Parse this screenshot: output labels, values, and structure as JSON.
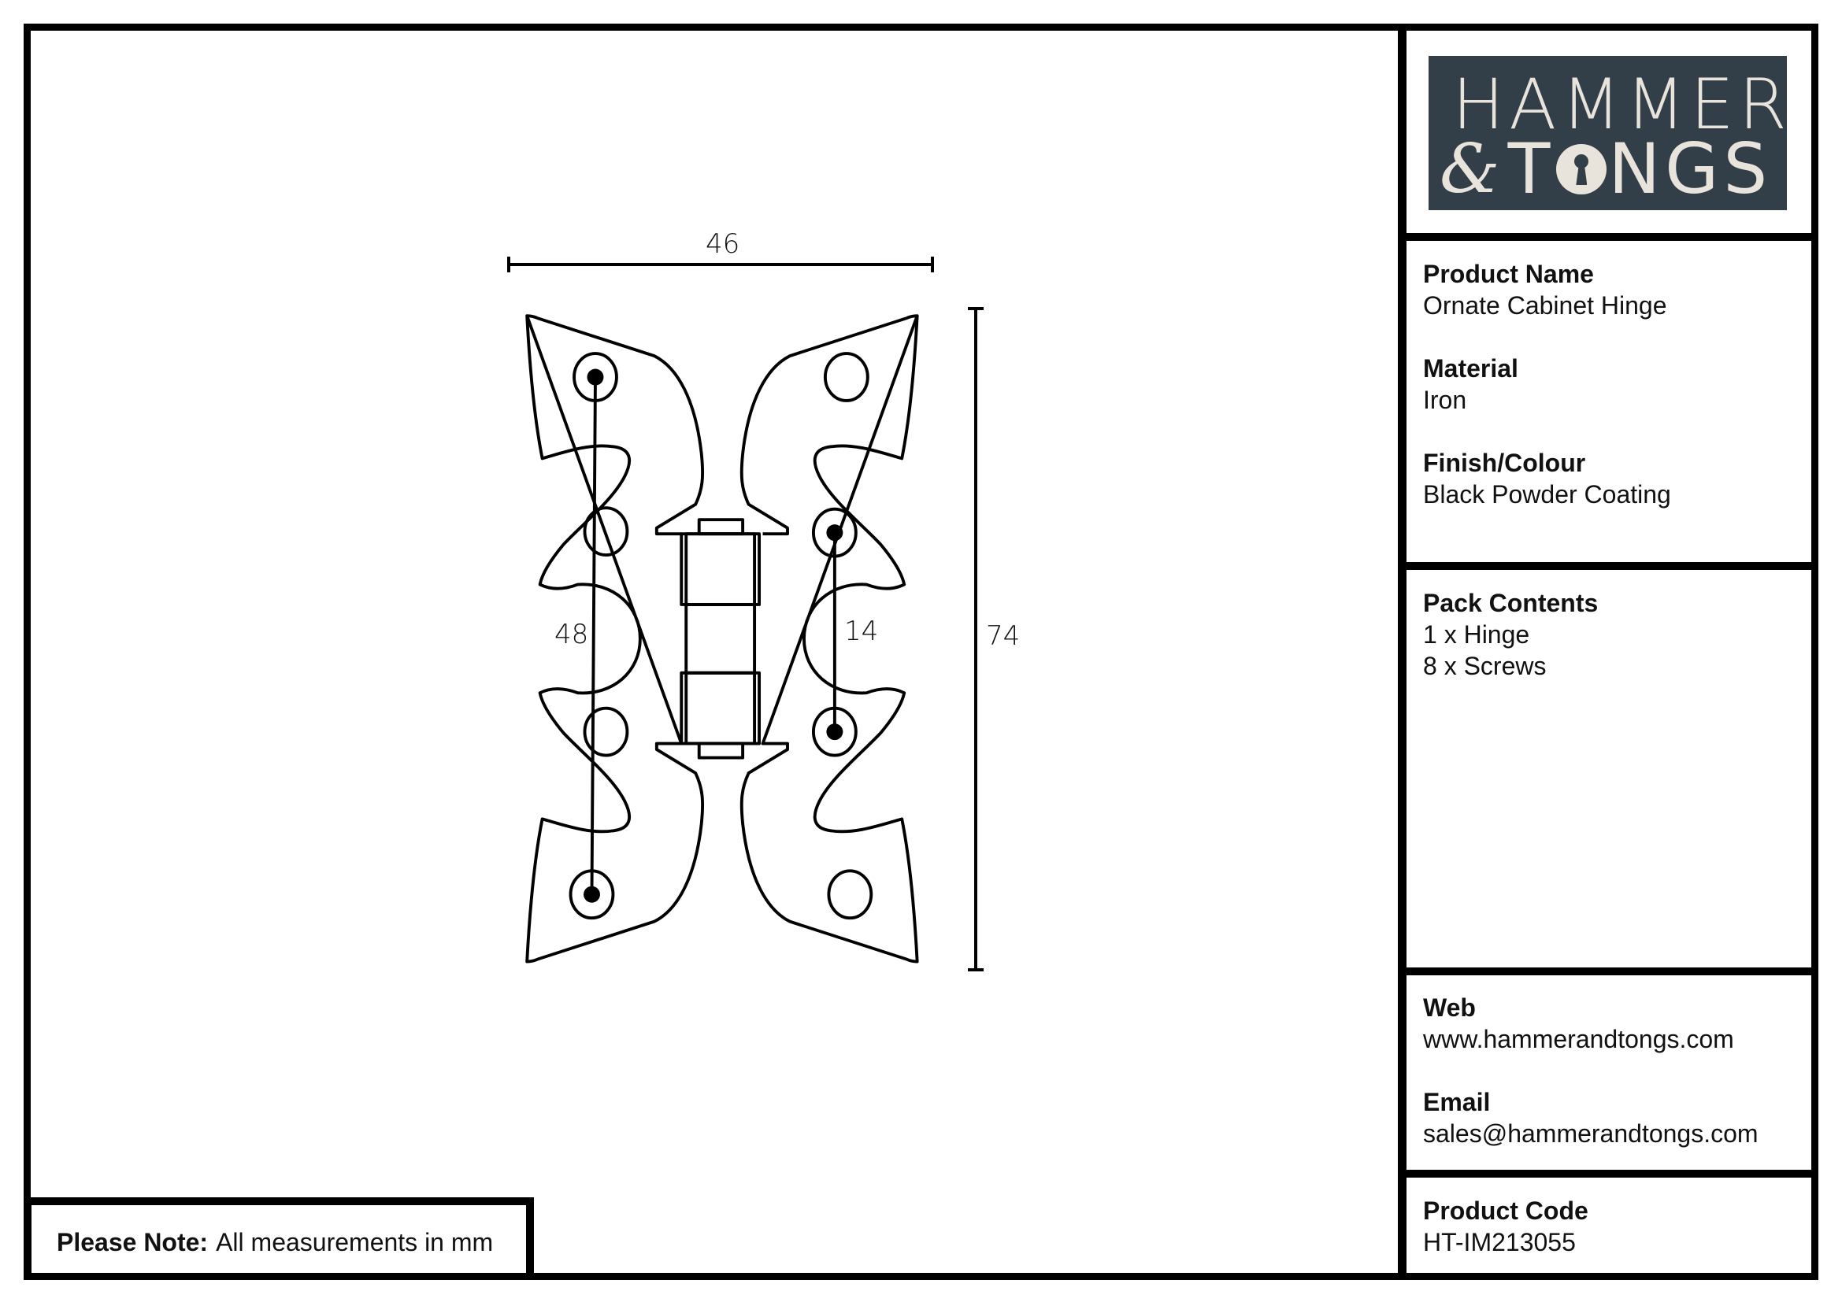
{
  "logo": {
    "line1": "HAMMER",
    "amp": "&",
    "t": "T",
    "o_icon": "keyhole-icon",
    "rest": "NGS",
    "bg_color": "#333f48",
    "fg_color": "#e8e4dc"
  },
  "product": {
    "name_label": "Product Name",
    "name": "Ornate Cabinet Hinge",
    "material_label": "Material",
    "material": "Iron",
    "finish_label": "Finish/Colour",
    "finish": "Black Powder Coating"
  },
  "pack": {
    "label": "Pack Contents",
    "items": [
      "1 x Hinge",
      "8 x Screws"
    ]
  },
  "contact": {
    "web_label": "Web",
    "web": "www.hammerandtongs.com",
    "email_label": "Email",
    "email": "sales@hammerandtongs.com"
  },
  "code": {
    "label": "Product Code",
    "value": "HT-IM213055"
  },
  "note": {
    "label": "Please Note:",
    "text": "All measurements in mm"
  },
  "dimensions": {
    "width": "46",
    "height": "74",
    "outer_hole_spacing": "48",
    "inner_hole_spacing": "14",
    "unit": "mm"
  }
}
